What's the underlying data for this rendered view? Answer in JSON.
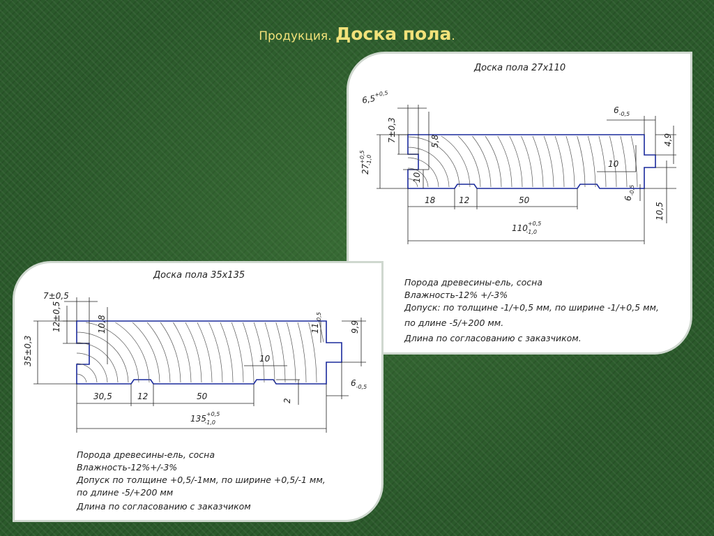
{
  "slide": {
    "title_prefix": "Продукция",
    "title_sep": ". ",
    "title_main": "Доска пола",
    "title_end": "."
  },
  "board_top": {
    "title": "Доска пола 27х110",
    "dims": {
      "d_65": "6,5",
      "d_65_tol": "+0,5",
      "d_7": "7±0,3",
      "d_58": "5,8",
      "d_27": "27",
      "d_27_up": "+0,5",
      "d_27_lo": "-1,0",
      "d_10a": "10",
      "d_6": "6",
      "d_6_tol": "-0,5",
      "d_49": "4,9",
      "d_10b": "10",
      "d_6b": "6",
      "d_6b_tol": "-0,5",
      "d_105": "10,5",
      "d_18": "18",
      "d_12": "12",
      "d_50": "50",
      "d_110": "110",
      "d_110_up": "+0,5",
      "d_110_lo": "-1,0"
    },
    "notes": [
      "Порода древесины-ель, сосна",
      "Влажность-12% +/-3%",
      "Допуск: по толщине -1/+0,5 мм, по ширине -1/+0,5 мм,",
      "по длине -5/+200 мм.",
      "Длина по согласованию с заказчиком."
    ]
  },
  "board_bottom": {
    "title": "Доска пола 35х135",
    "dims": {
      "d_7": "7±0,5",
      "d_12": "12±0,5",
      "d_108": "10,8",
      "d_35": "35±0,3",
      "d_11": "11",
      "d_11_tol": "-0,5",
      "d_99": "9,9",
      "d_10": "10",
      "d_305": "30,5",
      "d_12b": "12",
      "d_50": "50",
      "d_2": "2",
      "d_6": "6",
      "d_6_tol": "-0,5",
      "d_135": "135",
      "d_135_up": "+0,5",
      "d_135_lo": "-1,0"
    },
    "notes": [
      "Порода древесины-ель, сосна",
      "Влажность-12%+/-3%",
      "Допуск по толщине +0,5/-1мм, по ширине +0,5/-1 мм,",
      "по длине -5/+200 мм",
      "Длина по согласованию с заказчиком"
    ]
  }
}
